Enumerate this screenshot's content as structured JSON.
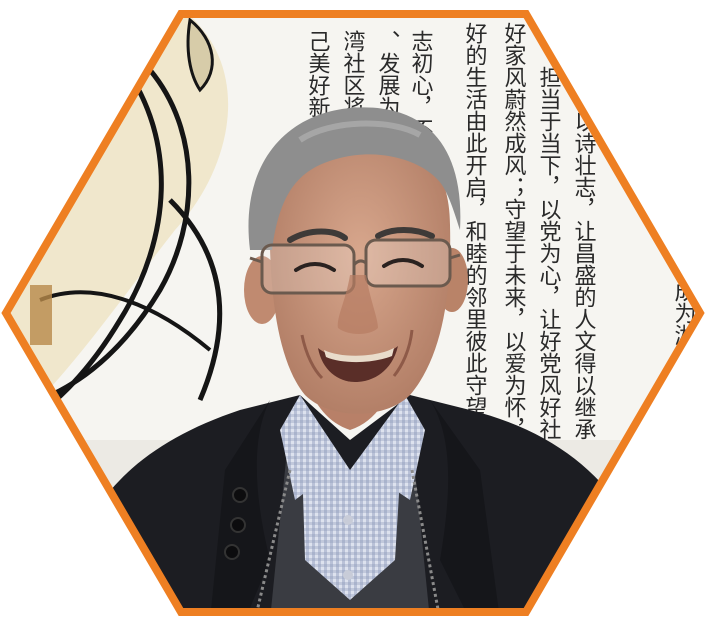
{
  "frame": {
    "shape": "hexagon",
    "border_color": "#EE7F22",
    "background": "#FFFFFF"
  },
  "wall": {
    "background_color": "#F6F5F1",
    "text_color": "#2A2A2A",
    "columns": [
      "己美好新生活",
      "湾社区将以党",
      "、发展为形",
      "志初心，不改初",
      "好的生活由此开启，和睦的邻里彼此守望。",
      "好家风蔚然成风；守望于未来，以爱为怀，让",
      "扬，担当于当下，以党为心，让好党风好社",
      "以诗壮志，让昌盛的人文得以继承",
      "成为湘潭"
    ]
  },
  "photo": {
    "subject": "elderly man with glasses smiling",
    "jacket_color": "#1C1D22",
    "shirt_color": "#AEB8D0",
    "sweater_color": "#3A3C42",
    "hair_color": "#8E8E8E",
    "skin_color": "#C9967C"
  }
}
